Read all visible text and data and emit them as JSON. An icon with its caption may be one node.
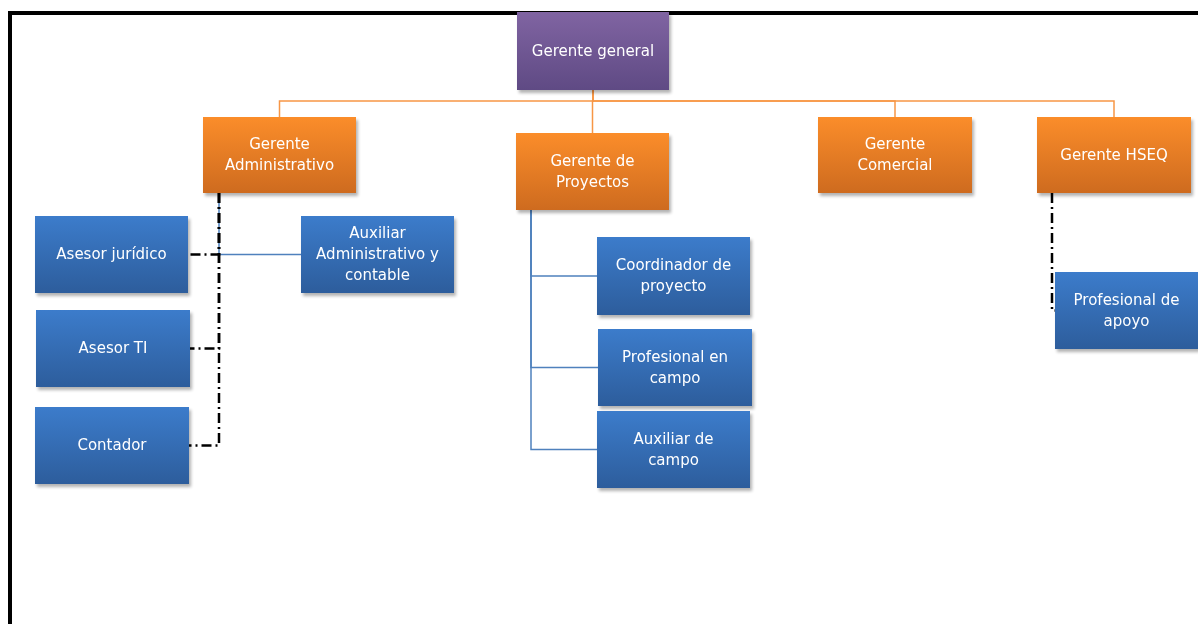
{
  "diagram": {
    "nodes": [
      {
        "text": [
          "Gerente general"
        ]
      },
      {
        "text": [
          "Gerente Administrativo"
        ]
      },
      {
        "text": [
          "Gerente de Proyectos"
        ]
      },
      {
        "text": [
          "Gerente Comercial"
        ]
      },
      {
        "text": [
          "Gerente HSEQ"
        ]
      },
      {
        "text": [
          "Asesor jurídico"
        ]
      },
      {
        "text": [
          "Auxiliar Administrativo y contable"
        ]
      },
      {
        "text": [
          "Asesor TI"
        ]
      },
      {
        "text": [
          "Contador"
        ]
      },
      {
        "text": [
          "Coordinador de proyecto"
        ]
      },
      {
        "text": [
          "Profesional en campo"
        ]
      },
      {
        "text": [
          "Auxiliar de campo"
        ]
      },
      {
        "text": [
          "Profesional de apoyo"
        ]
      }
    ],
    "edges": [
      {
        "from": 0,
        "to": 1,
        "arrow": "none",
        "color": "#f79646"
      },
      {
        "from": 0,
        "to": 2,
        "arrow": "none",
        "color": "#f79646"
      },
      {
        "from": 0,
        "to": 3,
        "arrow": "none",
        "color": "#f79646"
      },
      {
        "from": 0,
        "to": 4,
        "arrow": "none",
        "color": "#f79646"
      },
      {
        "from": 1,
        "to": 6,
        "arrow": "none",
        "color": "#4f81bd"
      },
      {
        "from": 1,
        "to": 5,
        "arrow": "none",
        "style": "dashed",
        "color": "#000000"
      },
      {
        "from": 1,
        "to": 7,
        "arrow": "none",
        "style": "dashed",
        "color": "#000000"
      },
      {
        "from": 1,
        "to": 8,
        "arrow": "none",
        "style": "dashed",
        "color": "#000000"
      },
      {
        "from": 2,
        "to": 9,
        "arrow": "none",
        "color": "#4f81bd"
      },
      {
        "from": 2,
        "to": 10,
        "arrow": "none",
        "color": "#4f81bd"
      },
      {
        "from": 2,
        "to": 11,
        "arrow": "none",
        "color": "#4f81bd"
      },
      {
        "from": 4,
        "to": 12,
        "arrow": "none",
        "style": "dashed",
        "color": "#000000"
      }
    ]
  }
}
